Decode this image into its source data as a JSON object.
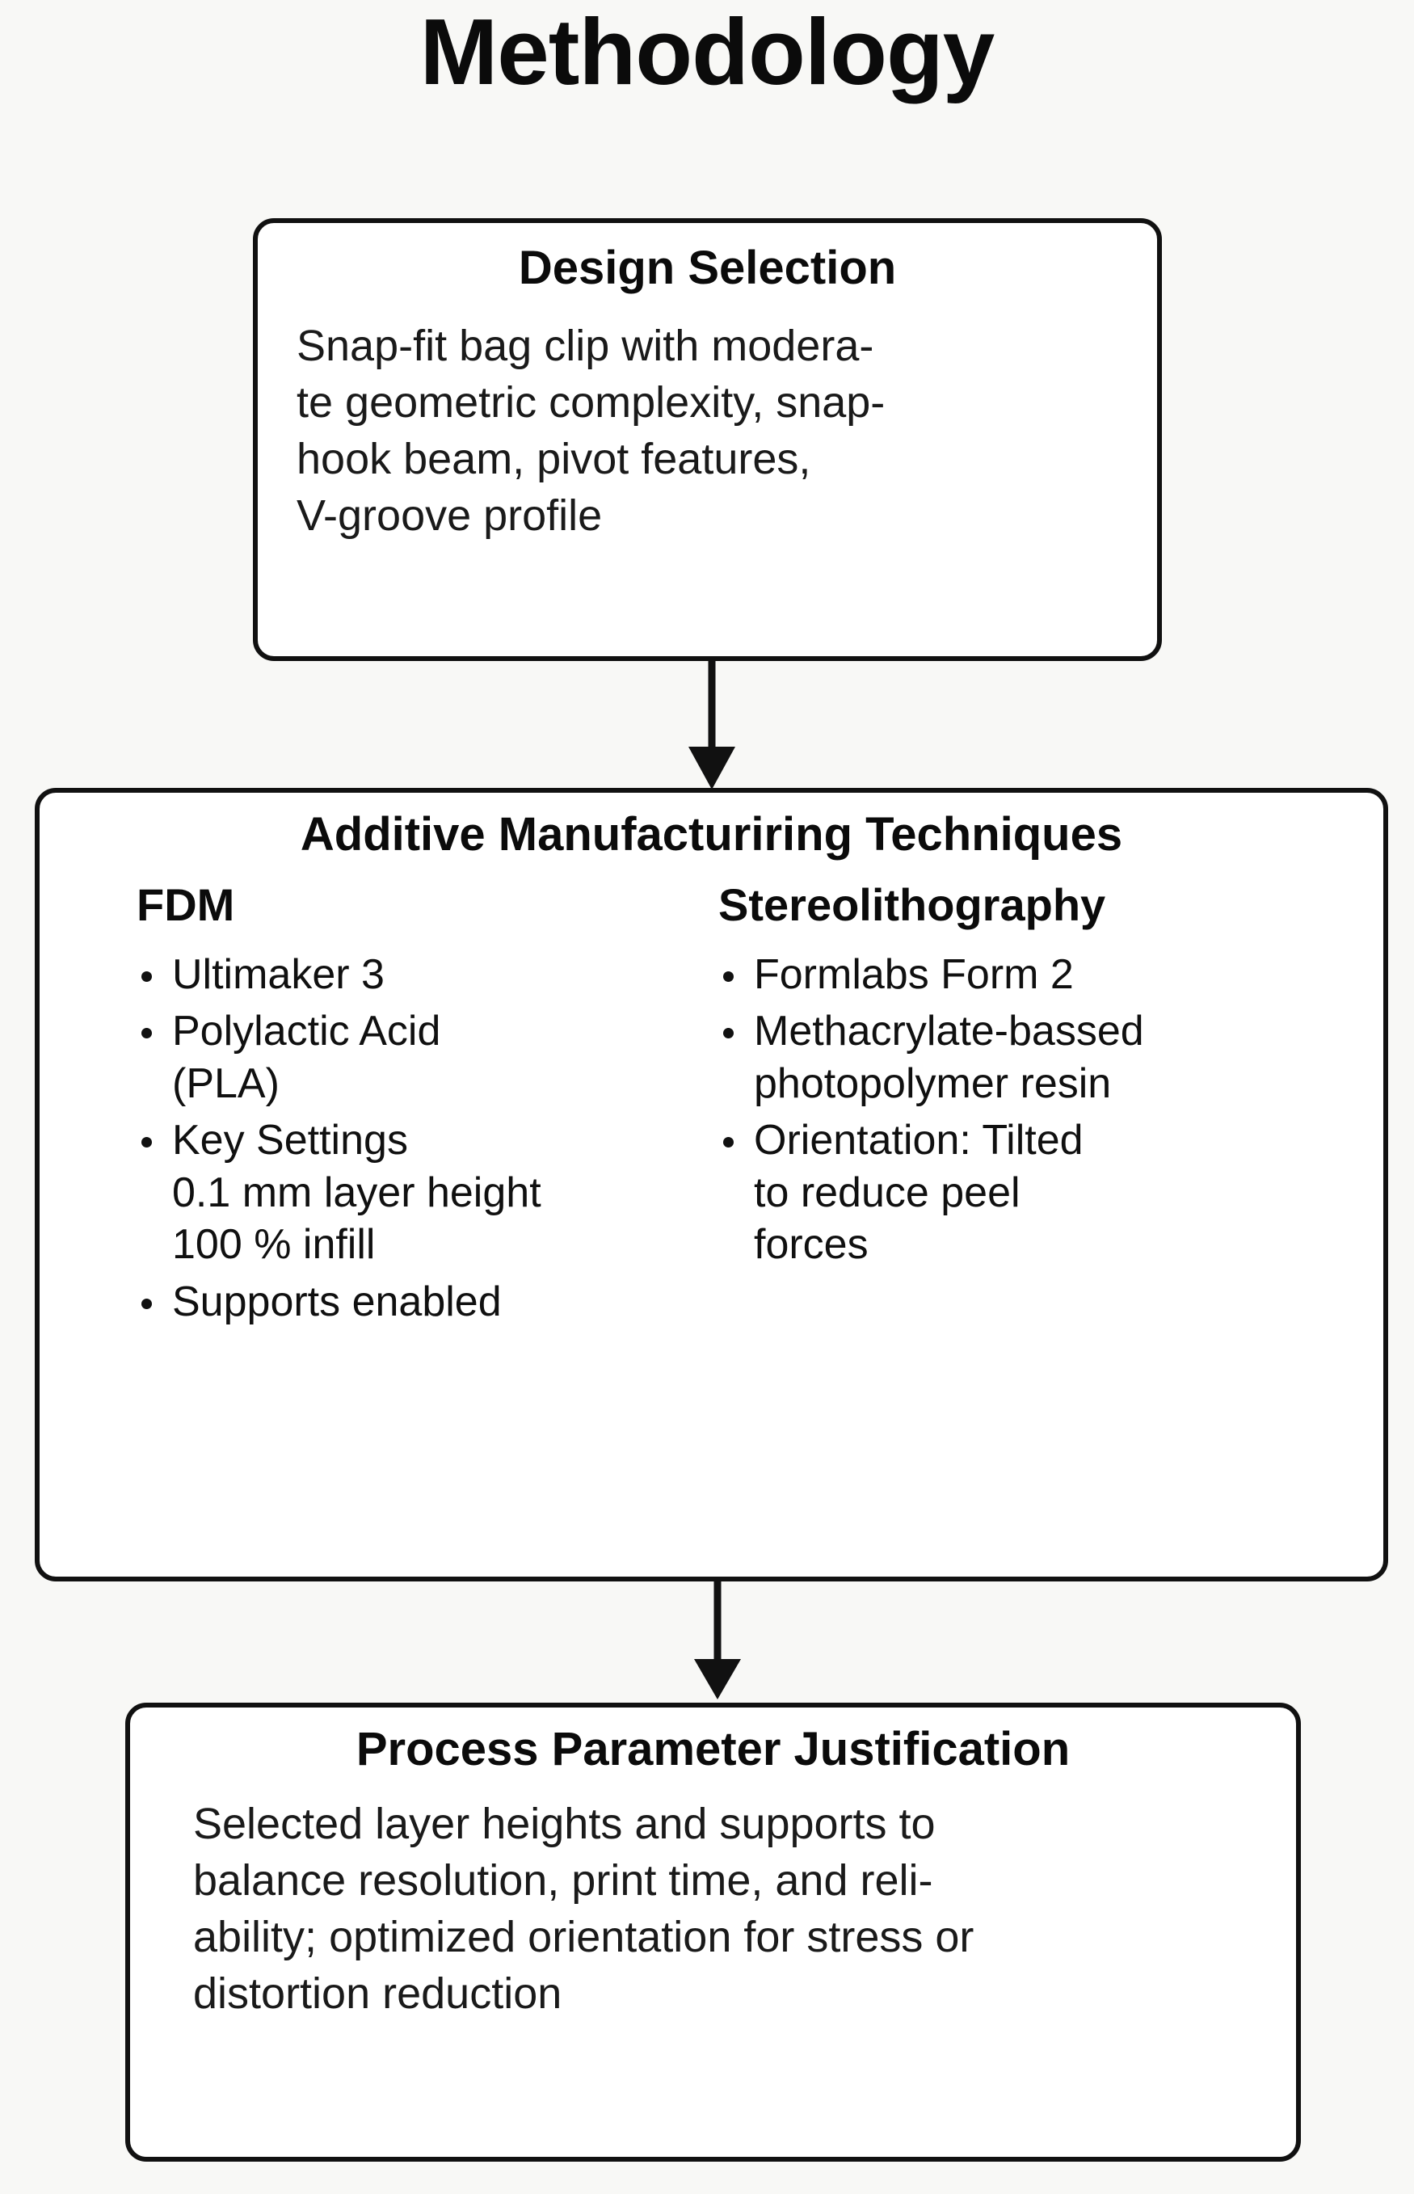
{
  "title": "Methodology",
  "colors": {
    "background": "#f8f8f6",
    "box_fill": "#ffffff",
    "stroke": "#111111",
    "text": "#101010"
  },
  "boxes": {
    "design_selection": {
      "heading": "Design Selection",
      "body": "Snap-fit bag clip with modera-\nte geometric complexity, snap-\nhook beam, pivot features,\nV-groove profile"
    },
    "am_techniques": {
      "heading": "Additive Manufacturiring Techniques",
      "columns": [
        {
          "title": "FDM",
          "bullets": [
            "Ultimaker 3",
            "Polylactic Acid\n(PLA)",
            "Key Settings\n0.1 mm layer height\n100 % infill",
            "Supports enabled"
          ]
        },
        {
          "title": "Stereolithography",
          "bullets": [
            "Formlabs Form 2",
            "Methacrylate-bassed\nphotopolymer resin",
            "Orientation: Tilted\nto reduce peel\nforces"
          ]
        }
      ]
    },
    "process_justification": {
      "heading": "Process Parameter Justification",
      "body": "Selected layer heights and supports to\nbalance resolution, print time, and reli-\nability; optimized orientation for stress or\ndistortion reduction"
    }
  },
  "connectors": [
    {
      "name": "arrow-design-to-am",
      "from": "design_selection",
      "to": "am_techniques",
      "direction": "down"
    },
    {
      "name": "arrow-am-to-justification",
      "from": "am_techniques",
      "to": "process_justification",
      "direction": "down"
    }
  ]
}
